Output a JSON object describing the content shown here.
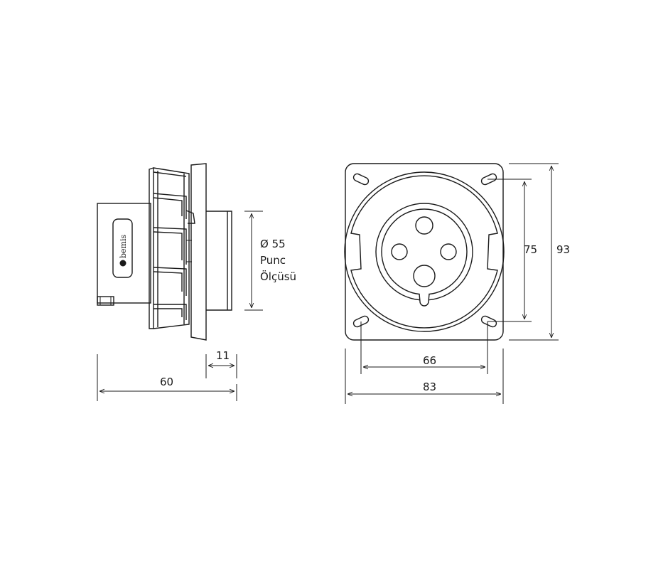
{
  "side_view": {
    "brand": "bemis",
    "label_diameter": "Ø 55",
    "label_punch": "Punc",
    "label_size": "Ölçüsü",
    "dim_depth_total": "60",
    "dim_front": "11"
  },
  "front_view": {
    "dim_hole_h": "66",
    "dim_plate_w": "83",
    "dim_hole_v": "75",
    "dim_plate_h": "93"
  }
}
